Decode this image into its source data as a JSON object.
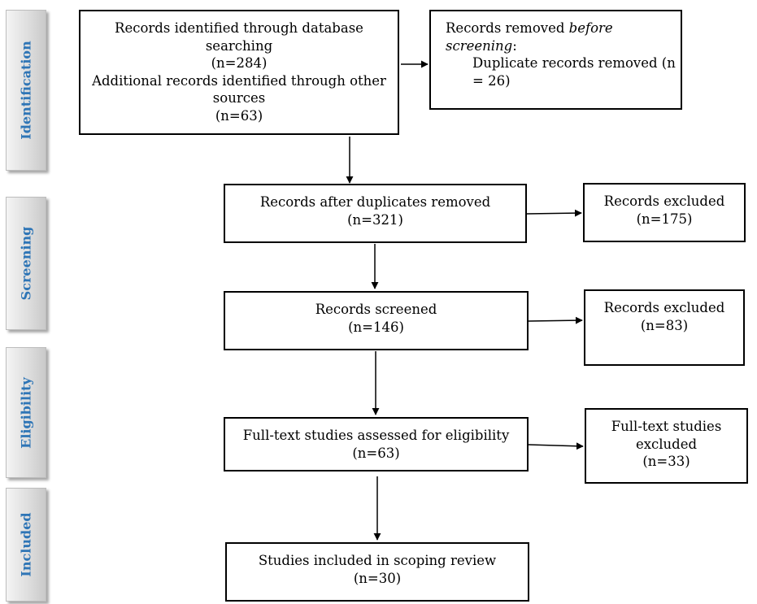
{
  "phases": {
    "identification": "Identification",
    "screening": "Screening",
    "eligibility": "Eligibility",
    "included": "Included"
  },
  "boxes": {
    "identified": {
      "line1": "Records identified through database",
      "line2": "searching",
      "line3": "(n=284)",
      "line4": "Additional records identified through other",
      "line5": "sources",
      "line6": "(n=63)"
    },
    "removed": {
      "label_prefix": "Records removed ",
      "label_em": "before",
      "label_em2": "screening",
      "label_suffix": ":",
      "line2": "Duplicate records removed  (n",
      "line3": "= 26)"
    },
    "after_duplicates": {
      "title": "Records after duplicates removed",
      "count": "(n=321)"
    },
    "excluded_1": {
      "title": "Records excluded",
      "count": "(n=175)"
    },
    "screened": {
      "title": "Records screened",
      "count": "(n=146)"
    },
    "excluded_2": {
      "title": "Records excluded",
      "count": "(n=83)"
    },
    "fulltext": {
      "title": "Full-text studies assessed for eligibility",
      "count": "(n=63)"
    },
    "fulltext_excluded": {
      "line1": "Full-text studies",
      "line2": "excluded",
      "count": "(n=33)"
    },
    "included": {
      "title": "Studies included in scoping review",
      "count": "(n=30)"
    }
  }
}
